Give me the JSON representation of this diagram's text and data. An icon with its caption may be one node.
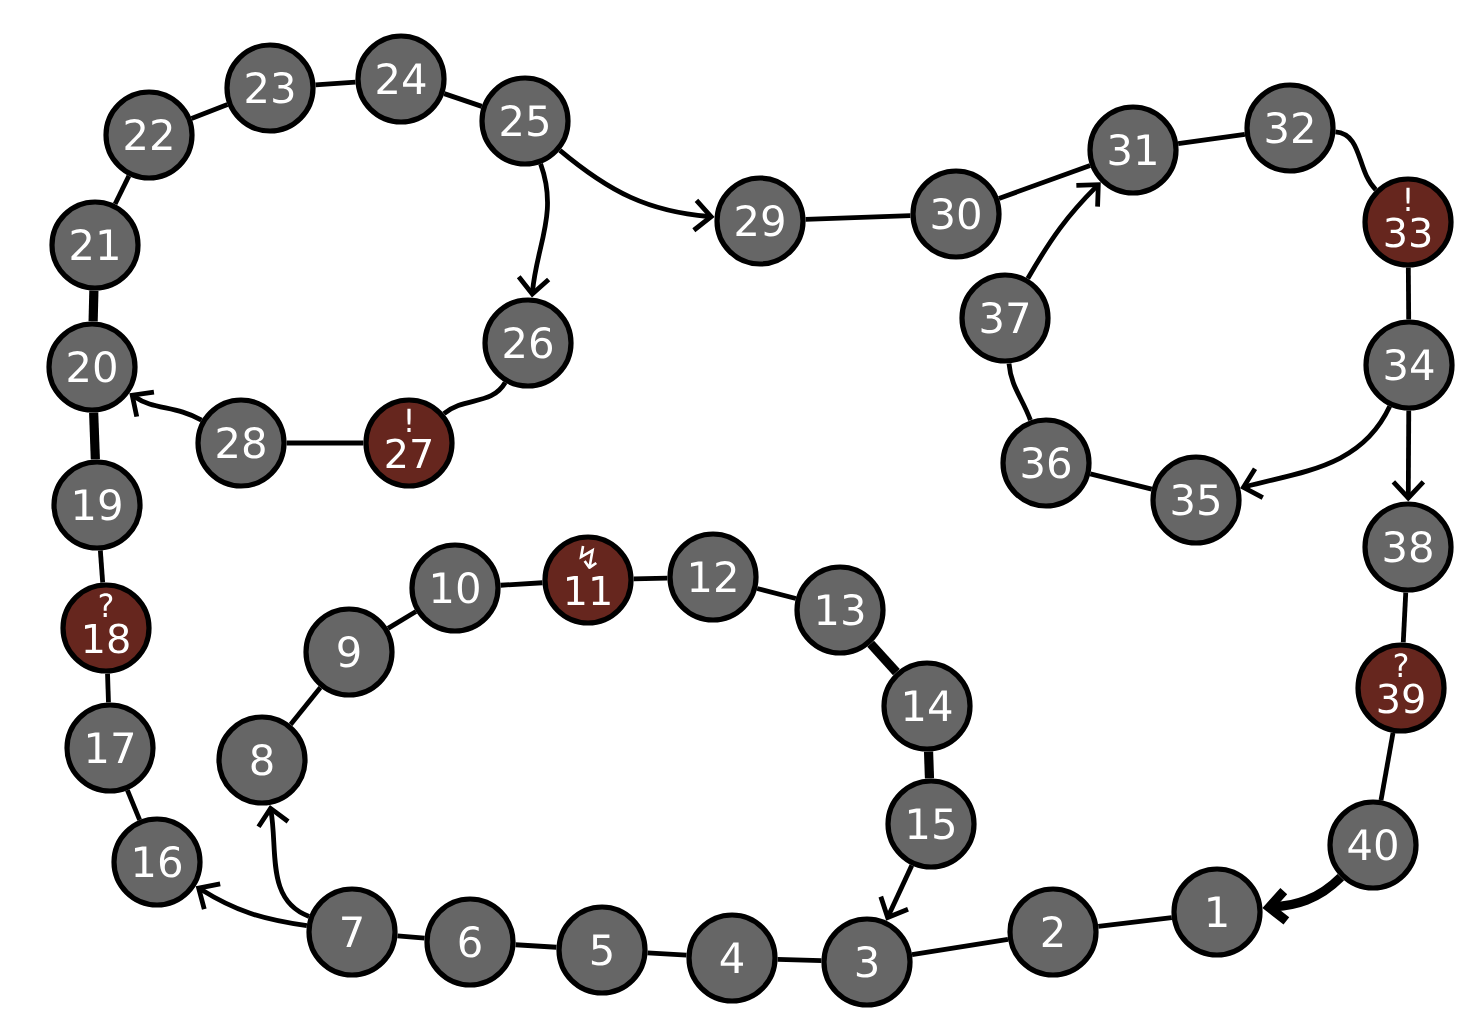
{
  "diagram": {
    "nodes": [
      {
        "text": [
          "1"
        ]
      },
      {
        "text": [
          "2"
        ]
      },
      {
        "text": [
          "3"
        ]
      },
      {
        "text": [
          "4"
        ]
      },
      {
        "text": [
          "5"
        ]
      },
      {
        "text": [
          "6"
        ]
      },
      {
        "text": [
          "7"
        ]
      },
      {
        "text": [
          "8"
        ]
      },
      {
        "text": [
          "9"
        ]
      },
      {
        "text": [
          "10"
        ]
      },
      {
        "text": [
          "↯",
          "11"
        ]
      },
      {
        "text": [
          "12"
        ]
      },
      {
        "text": [
          "13"
        ]
      },
      {
        "text": [
          "14"
        ]
      },
      {
        "text": [
          "15"
        ]
      },
      {
        "text": [
          "16"
        ]
      },
      {
        "text": [
          "17"
        ]
      },
      {
        "text": [
          "?",
          "18"
        ]
      },
      {
        "text": [
          "19"
        ]
      },
      {
        "text": [
          "20"
        ]
      },
      {
        "text": [
          "21"
        ]
      },
      {
        "text": [
          "22"
        ]
      },
      {
        "text": [
          "23"
        ]
      },
      {
        "text": [
          "24"
        ]
      },
      {
        "text": [
          "25"
        ]
      },
      {
        "text": [
          "26"
        ]
      },
      {
        "text": [
          "!",
          "27"
        ]
      },
      {
        "text": [
          "28"
        ]
      },
      {
        "text": [
          "29"
        ]
      },
      {
        "text": [
          "30"
        ]
      },
      {
        "text": [
          "31"
        ]
      },
      {
        "text": [
          "32"
        ]
      },
      {
        "text": [
          "!",
          "33"
        ]
      },
      {
        "text": [
          "34"
        ]
      },
      {
        "text": [
          "35"
        ]
      },
      {
        "text": [
          "36"
        ]
      },
      {
        "text": [
          "37"
        ]
      },
      {
        "text": [
          "38"
        ]
      },
      {
        "text": [
          "?",
          "39"
        ]
      },
      {
        "text": [
          "40"
        ]
      }
    ],
    "edges": [
      {
        "from": 0,
        "to": 1,
        "arrow": "none"
      },
      {
        "from": 1,
        "to": 2,
        "arrow": "none"
      },
      {
        "from": 2,
        "to": 3,
        "arrow": "none"
      },
      {
        "from": 3,
        "to": 4,
        "arrow": "none"
      },
      {
        "from": 4,
        "to": 5,
        "arrow": "none"
      },
      {
        "from": 5,
        "to": 6,
        "arrow": "none"
      },
      {
        "from": 6,
        "to": 7,
        "arrow": "to"
      },
      {
        "from": 7,
        "to": 8,
        "arrow": "none"
      },
      {
        "from": 8,
        "to": 9,
        "arrow": "none"
      },
      {
        "from": 9,
        "to": 10,
        "arrow": "none"
      },
      {
        "from": 10,
        "to": 11,
        "arrow": "none"
      },
      {
        "from": 11,
        "to": 12,
        "arrow": "none"
      },
      {
        "from": 12,
        "to": 13,
        "arrow": "none",
        "style": "thick"
      },
      {
        "from": 13,
        "to": 14,
        "arrow": "none",
        "style": "thick"
      },
      {
        "from": 14,
        "to": 2,
        "arrow": "to"
      },
      {
        "from": 6,
        "to": 15,
        "arrow": "to"
      },
      {
        "from": 15,
        "to": 16,
        "arrow": "none"
      },
      {
        "from": 16,
        "to": 17,
        "arrow": "none"
      },
      {
        "from": 17,
        "to": 18,
        "arrow": "none"
      },
      {
        "from": 18,
        "to": 19,
        "arrow": "none",
        "style": "thick"
      },
      {
        "from": 19,
        "to": 20,
        "arrow": "none",
        "style": "thick"
      },
      {
        "from": 20,
        "to": 21,
        "arrow": "none"
      },
      {
        "from": 21,
        "to": 22,
        "arrow": "none"
      },
      {
        "from": 22,
        "to": 23,
        "arrow": "none"
      },
      {
        "from": 23,
        "to": 24,
        "arrow": "none"
      },
      {
        "from": 24,
        "to": 25,
        "arrow": "to"
      },
      {
        "from": 25,
        "to": 26,
        "arrow": "none"
      },
      {
        "from": 26,
        "to": 27,
        "arrow": "none"
      },
      {
        "from": 27,
        "to": 19,
        "arrow": "to"
      },
      {
        "from": 24,
        "to": 28,
        "arrow": "to"
      },
      {
        "from": 28,
        "to": 29,
        "arrow": "none"
      },
      {
        "from": 29,
        "to": 30,
        "arrow": "none"
      },
      {
        "from": 30,
        "to": 31,
        "arrow": "none"
      },
      {
        "from": 31,
        "to": 32,
        "arrow": "none"
      },
      {
        "from": 32,
        "to": 33,
        "arrow": "none"
      },
      {
        "from": 33,
        "to": 34,
        "arrow": "to"
      },
      {
        "from": 34,
        "to": 35,
        "arrow": "none"
      },
      {
        "from": 35,
        "to": 36,
        "arrow": "none"
      },
      {
        "from": 36,
        "to": 30,
        "arrow": "to"
      },
      {
        "from": 33,
        "to": 37,
        "arrow": "to"
      },
      {
        "from": 37,
        "to": 38,
        "arrow": "none"
      },
      {
        "from": 38,
        "to": 39,
        "arrow": "none"
      },
      {
        "from": 39,
        "to": 0,
        "arrow": "to",
        "style": "thick"
      }
    ]
  }
}
